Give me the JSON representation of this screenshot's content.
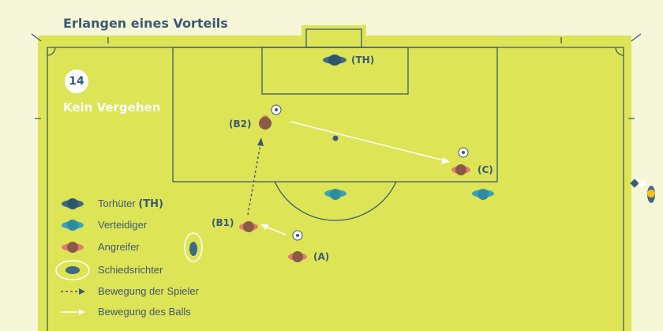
{
  "title": "Erlangen eines Vorteils",
  "scene_number": "14",
  "scene_title": "Kein Vergehen",
  "player_labels": {
    "goalkeeper": "(TH)",
    "b2": "(B2)",
    "b1": "(B1)",
    "a": "(A)",
    "c": "(C)"
  },
  "legend": {
    "goalkeeper_text": "Torhüter",
    "goalkeeper_abbr": "(TH)",
    "defender": "Verteidiger",
    "attacker": "Angreifer",
    "referee": "Schiedsrichter",
    "player_movement": "Bewegung der Spieler",
    "ball_movement": "Bewegung des Balls"
  },
  "colors": {
    "pitch": "#dde456",
    "line": "#3c5a73",
    "goalkeeper": "#3e6a86",
    "defender": "#38a4b6",
    "attacker": "#8a5a48",
    "attacker_arms": "#e57a6e",
    "referee": "#3e6a86"
  }
}
